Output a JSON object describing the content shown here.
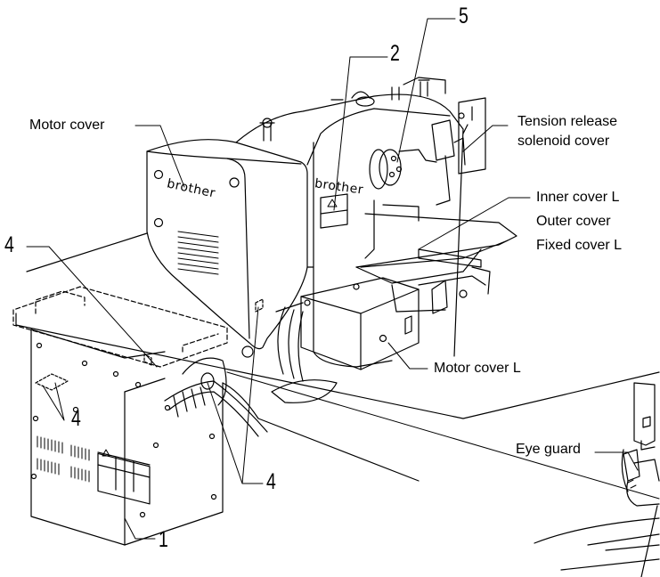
{
  "labels": {
    "motor_cover": "Motor cover",
    "tension_release_1": "Tension  release",
    "tension_release_2": "solenoid cover",
    "inner_cover_l": "Inner cover L",
    "outer_cover": "Outer cover",
    "fixed_cover_l": "Fixed cover L",
    "motor_cover_l": "Motor cover L",
    "eye_guard": "Eye guard"
  },
  "callouts": {
    "n1": "1",
    "n2": "2",
    "n4_left": "4",
    "n4_box": "4",
    "n4_bottom": "4",
    "n5": "5"
  },
  "brand": {
    "cover": "brother",
    "arm": "brother"
  }
}
